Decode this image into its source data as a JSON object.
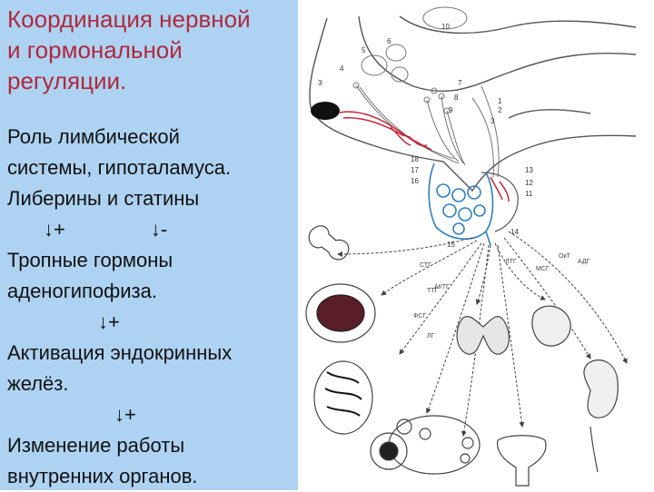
{
  "slide": {
    "title_lines": [
      "Координация нервной",
      "и гормональной",
      "регуляции."
    ],
    "body": {
      "line1": "Роль лимбической",
      "line2": "системы, гипоталамуса.",
      "line3": "Либерины и статины",
      "arrow_plus": "↓+",
      "arrow_minus": "↓-",
      "line4": "Тропные гормоны",
      "line5": "аденогипофиза.",
      "arrow_plus_2": "↓+",
      "line6": "Активация эндокринных",
      "line7": "желёз.",
      "arrow_plus_3": "↓+",
      "line8": "Изменение работы",
      "line9": "внутренних органов."
    }
  },
  "diagram": {
    "numbers": [
      "10",
      "6",
      "5",
      "4",
      "3",
      "7",
      "8",
      "9",
      "1",
      "2",
      "3",
      "18",
      "17",
      "16",
      "13",
      "12",
      "11",
      "14",
      "15"
    ],
    "arrow_labels": [
      "СТГ",
      "ТТГ",
      "ФСГ",
      "ЛГ",
      "АКТГ",
      "ЛТГ",
      "МСГ",
      "ОкТ",
      "АДГ"
    ]
  },
  "colors": {
    "left_panel": "#aed3f2",
    "title": "#b0283c",
    "vessel_blue": "#2d7fc4",
    "vessel_red": "#c8283a"
  }
}
